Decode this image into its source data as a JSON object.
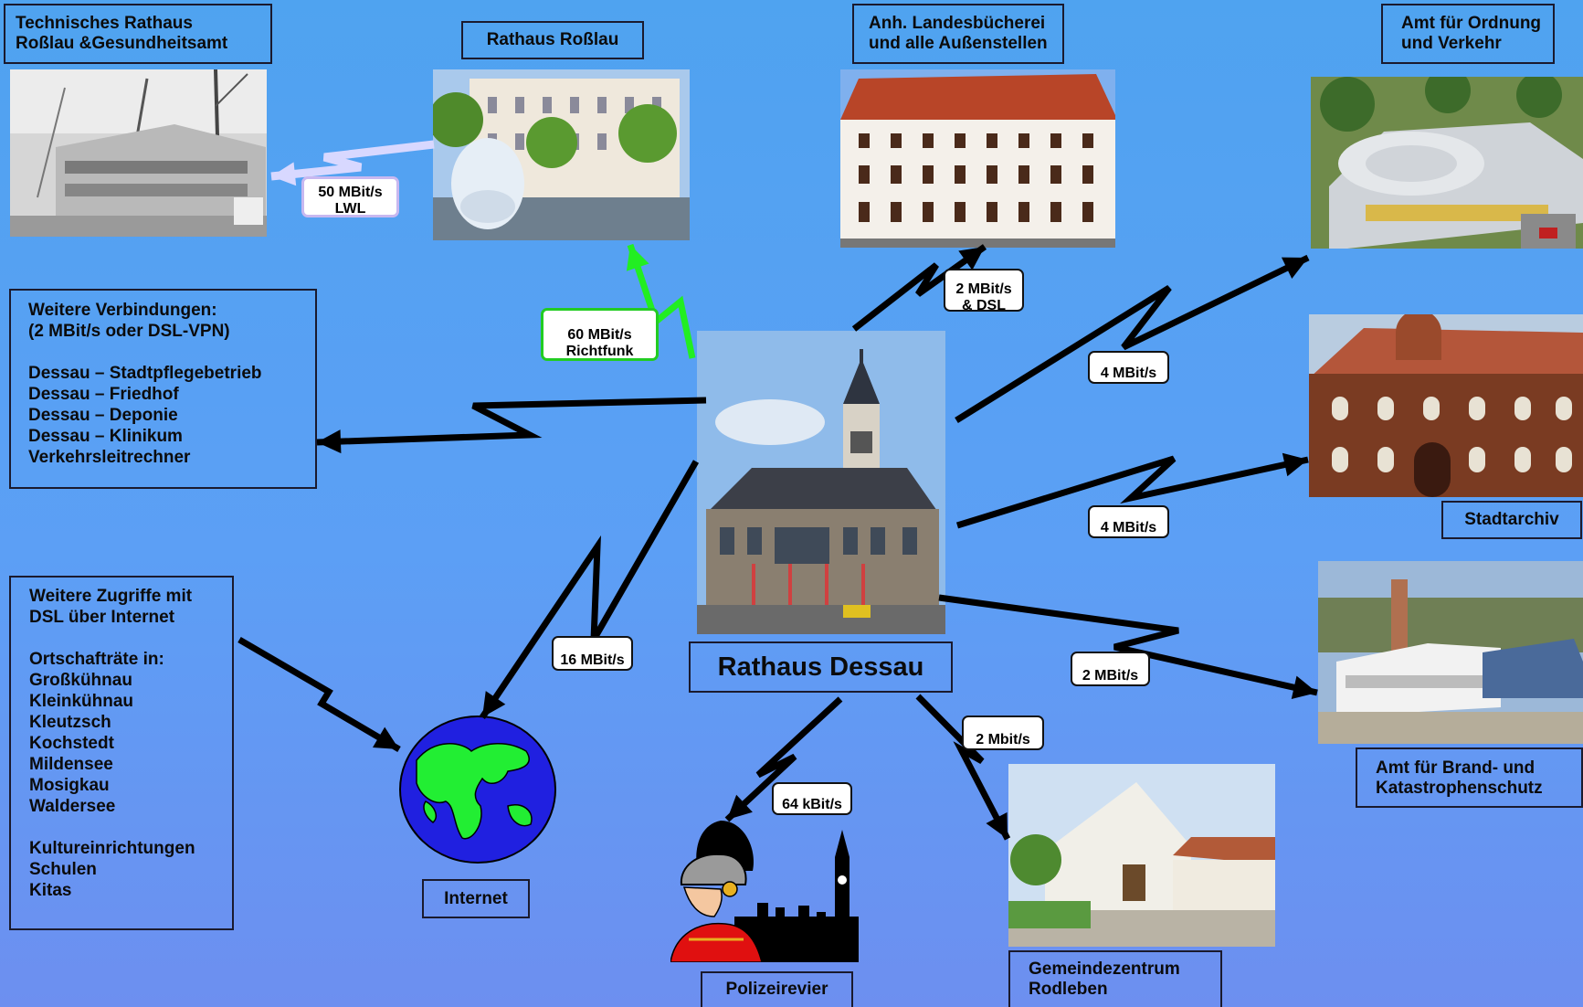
{
  "nodes": {
    "technisches_rathaus": "Technisches Rathaus\nRoßlau &Gesundheitsamt",
    "rathaus_rosslau": "Rathaus Roßlau",
    "landesbuecherei": "Anh. Landesbücherei\nund alle Außenstellen",
    "amt_ordnung": "Amt für Ordnung\nund Verkehr",
    "stadtarchiv": "Stadtarchiv",
    "amt_brand": "Amt für Brand- und\nKatastrophenschutz",
    "gemeindezentrum": "Gemeindezentrum\nRodleben",
    "polizeirevier": "Polizeirevier",
    "internet": "Internet",
    "rathaus_dessau": "Rathaus Dessau"
  },
  "info_boxes": {
    "weitere_verbindungen": {
      "heading": "Weitere Verbindungen:\n(2 MBit/s oder DSL-VPN)",
      "items": [
        "Dessau – Stadtpflegebetrieb",
        "Dessau – Friedhof",
        "Dessau – Deponie",
        "Dessau – Klinikum",
        "Verkehrsleitrechner"
      ]
    },
    "weitere_zugriffe": {
      "heading": "Weitere Zugriffe mit\nDSL über Internet",
      "ortschaft_heading": "Ortschafträte in:",
      "ortschaften": [
        "Großkühnau",
        "Kleinkühnau",
        "Kleutzsch",
        "Kochstedt",
        "Mildensee",
        "Mosigkau",
        "Waldersee"
      ],
      "others": [
        "Kultureinrichtungen",
        "Schulen",
        "Kitas"
      ]
    }
  },
  "links": {
    "rosslau_technisches": "50 MBit/s\nLWL",
    "dessau_rosslau": "60 MBit/s\nRichtfunk",
    "dessau_landesbuecherei": "2 MBit/s\n& DSL",
    "dessau_ordnung": "4 MBit/s",
    "dessau_stadtarchiv": "4 MBit/s",
    "dessau_brand": "2 MBit/s",
    "dessau_gemeindezentrum": "2 Mbit/s",
    "dessau_polizei": "64 kBit/s",
    "dessau_internet": "16 MBit/s"
  },
  "colors": {
    "link_black": "#000000",
    "link_green": "#22ee22",
    "link_lwl": "#d8d8ff",
    "callout_green_border": "#22cc22",
    "callout_lwl_border": "#c8b8f0"
  }
}
